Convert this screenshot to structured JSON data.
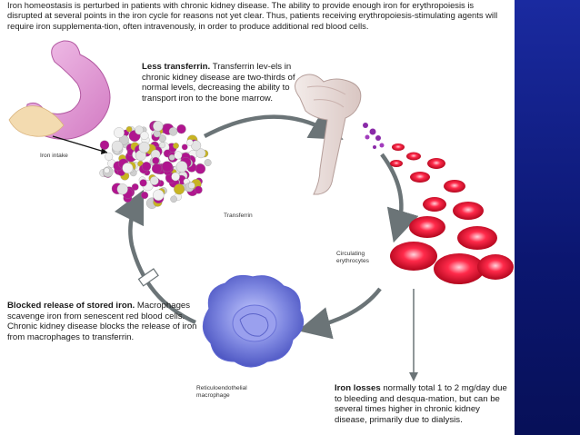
{
  "intro": {
    "text": "Iron homeostasis is perturbed in patients with chronic kidney disease. The ability to provide enough iron for erythropoiesis is disrupted at several points in the iron cycle for reasons not yet clear. Thus, patients receiving erythropoiesis-stimulating agents will require iron supplementa-tion, often intravenously, in order to produce additional red blood cells."
  },
  "less_transferrin": {
    "heading": "Less transferrin.",
    "body": "Transferrin lev-els in chronic kidney disease are two-thirds of normal levels, decreasing the ability to transport iron to the bone marrow."
  },
  "blocked_release": {
    "heading": "Blocked release of stored iron.",
    "body": "Macrophages scavenge iron from senescent red blood cells. Chronic kidney disease blocks the release of iron from macrophages to transferrin."
  },
  "iron_losses": {
    "heading": "Iron losses",
    "body": "normally total 1 to 2 mg/day due to bleeding and desqua-mation, but can be several times higher in chronic kidney disease, primarily due to dialysis."
  },
  "labels": {
    "iron_intake": "Iron intake",
    "transferrin": "Transferrin",
    "circulating_line1": "Circulating",
    "circulating_line2": "erythrocytes",
    "reticulo_line1": "Reticuloendothelial",
    "reticulo_line2": "macrophage"
  },
  "colors": {
    "arrow": "#6b7477",
    "purple": "#b0158f",
    "yellow": "#c8b421",
    "rbc_red": "#e0102a",
    "macrophage_blue": "#7d86e0",
    "bone": "#e8d9d6",
    "stomach": "#e49bd6",
    "slide_border": "#0a1a7a"
  }
}
